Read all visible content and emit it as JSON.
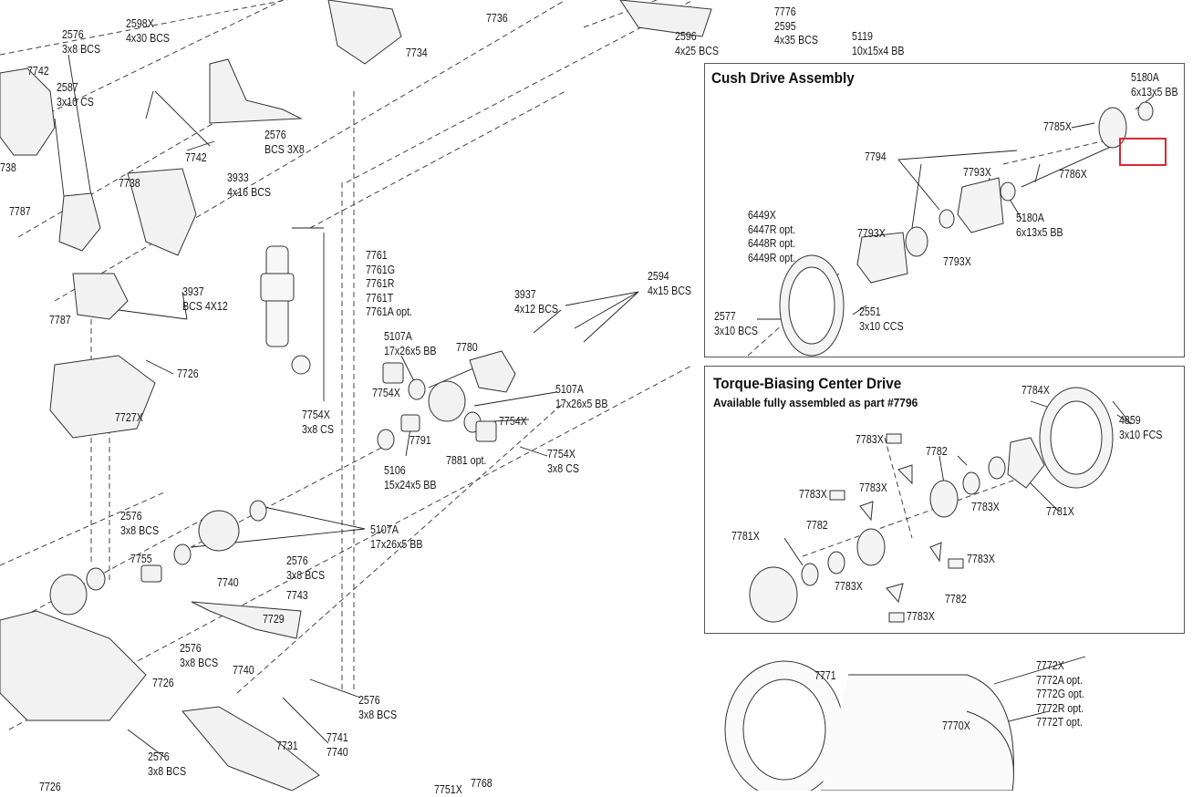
{
  "panels": {
    "cush": {
      "title": "Cush Drive Assembly"
    },
    "torque": {
      "title": "Torque-Biasing Center Drive",
      "subtitle": "Available fully assembled as part #7796"
    }
  },
  "highlight": {
    "label": "7785X",
    "color": "#d9272e"
  },
  "labels": [
    "2576\n3x8 BCS",
    "2598X\n4x30 BCS",
    "7742",
    "2587\n3x10 CS",
    "738",
    "7734",
    "7736",
    "2576\nBCS 3X8",
    "7742",
    "7738",
    "3933\n4x16 BCS",
    "7787",
    "7787",
    "3937\nBCS 4X12",
    "7726",
    "7727X",
    "2576\n3x8 BCS",
    "7755",
    "2576\n3x8 BCS",
    "7743",
    "7740",
    "7729",
    "2576\n3x8 BCS",
    "7740",
    "7726",
    "2576\n3x8 BCS",
    "7741\n7740",
    "7731",
    "2576\n3x8 BCS",
    "7726",
    "7751X",
    "7768",
    "2596\n4x25 BCS",
    "7776\n2595\n4x35 BCS",
    "5119\n10x15x4 BB",
    "7761\n7761G\n7761R\n7761T\n7761A opt.",
    "3937\n4x12 BCS",
    "2594\n4x15 BCS",
    "5107A\n17x26x5 BB",
    "7780",
    "7754X",
    "5107A\n17x26x5 BB",
    "7754X\n3x8 CS",
    "7754X",
    "7791",
    "7881 opt.",
    "7754X\n3x8 CS",
    "5106\n15x24x5 BB",
    "5107A\n17x26x5 BB",
    "5180A\n6x13x5 BB",
    "7785X",
    "7794",
    "7793X",
    "7786X",
    "6449X\n6447R opt.\n6448R opt.\n6449R opt.",
    "7793X",
    "5180A\n6x13x5 BB",
    "7793X",
    "2551\n3x10 CCS",
    "2577\n3x10 BCS",
    "7784X",
    "4859\n3x10 FCS",
    "7783X",
    "7782",
    "7783X",
    "7783X",
    "7783X",
    "7781X",
    "7782",
    "7781X",
    "7783X",
    "7783X",
    "7782",
    "7783X",
    "7771",
    "7772X\n7772A opt.\n7772G opt.\n7772R opt.\n7772T opt.",
    "7770X"
  ]
}
